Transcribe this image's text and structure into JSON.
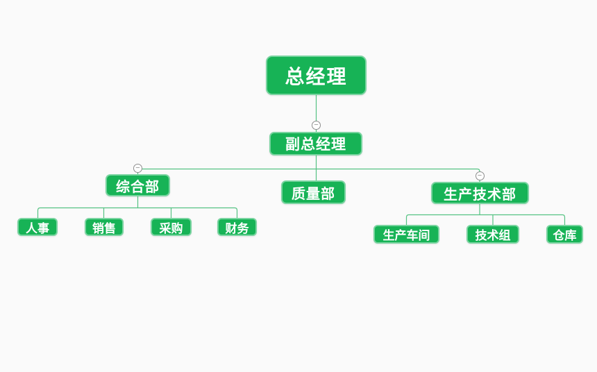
{
  "canvas": {
    "background": "#fafafa"
  },
  "theme": {
    "node_fill": "#17b356",
    "node_border": "#79d4a0",
    "node_text": "#ffffff",
    "connector_color": "#55c282",
    "collapse_stroke": "#8c8c8c"
  },
  "icons": {
    "collapse": "−"
  },
  "org_chart": {
    "type": "organization-tree",
    "tree": {
      "label": "总经理",
      "children": [
        {
          "label": "副总经理",
          "collapsed": false,
          "children": [
            {
              "label": "综合部",
              "collapsed": false,
              "children": [
                {
                  "label": "人事"
                },
                {
                  "label": "销售"
                },
                {
                  "label": "采购"
                },
                {
                  "label": "财务"
                }
              ]
            },
            {
              "label": "质量部",
              "children": []
            },
            {
              "label": "生产技术部",
              "collapsed": false,
              "children": [
                {
                  "label": "生产车间"
                },
                {
                  "label": "技术组"
                },
                {
                  "label": "仓库"
                }
              ]
            }
          ]
        }
      ]
    }
  }
}
